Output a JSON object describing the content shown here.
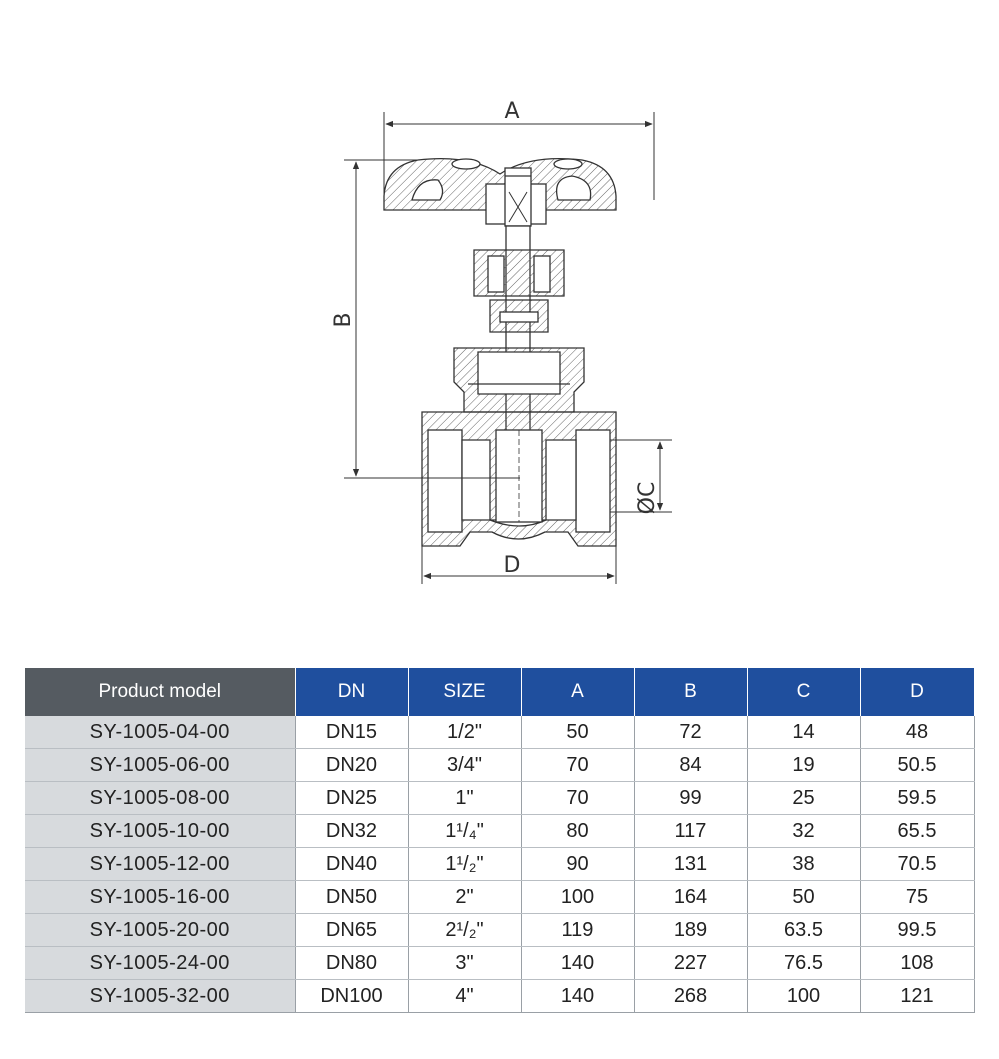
{
  "dimensions": {
    "a": "A",
    "b": "B",
    "c": "ØC",
    "d": "D"
  },
  "table": {
    "headers": [
      "Product model",
      "DN",
      "SIZE",
      "A",
      "B",
      "C",
      "D"
    ],
    "rows": [
      {
        "model": "SY-1005-04-00",
        "dn": "DN15",
        "size": "1/2\"",
        "a": "50",
        "b": "72",
        "c": "14",
        "d": "48"
      },
      {
        "model": "SY-1005-06-00",
        "dn": "DN20",
        "size": "3/4\"",
        "a": "70",
        "b": "84",
        "c": "19",
        "d": "50.5"
      },
      {
        "model": "SY-1005-08-00",
        "dn": "DN25",
        "size": "1\"",
        "a": "70",
        "b": "99",
        "c": "25",
        "d": "59.5"
      },
      {
        "model": "SY-1005-10-00",
        "dn": "DN32",
        "size": "1¹/₄\"",
        "a": "80",
        "b": "117",
        "c": "32",
        "d": "65.5"
      },
      {
        "model": "SY-1005-12-00",
        "dn": "DN40",
        "size": "1¹/₂\"",
        "a": "90",
        "b": "131",
        "c": "38",
        "d": "70.5"
      },
      {
        "model": "SY-1005-16-00",
        "dn": "DN50",
        "size": "2\"",
        "a": "100",
        "b": "164",
        "c": "50",
        "d": "75"
      },
      {
        "model": "SY-1005-20-00",
        "dn": "DN65",
        "size": "2¹/₂\"",
        "a": "119",
        "b": "189",
        "c": "63.5",
        "d": "99.5"
      },
      {
        "model": "SY-1005-24-00",
        "dn": "DN80",
        "size": "3\"",
        "a": "140",
        "b": "227",
        "c": "76.5",
        "d": "108"
      },
      {
        "model": "SY-1005-32-00",
        "dn": "DN100",
        "size": "4\"",
        "a": "140",
        "b": "268",
        "c": "100",
        "d": "121"
      }
    ]
  },
  "colors": {
    "header_blue": "#1f4f9e",
    "header_gray": "#555b61",
    "model_cell": "#d7dadd"
  }
}
